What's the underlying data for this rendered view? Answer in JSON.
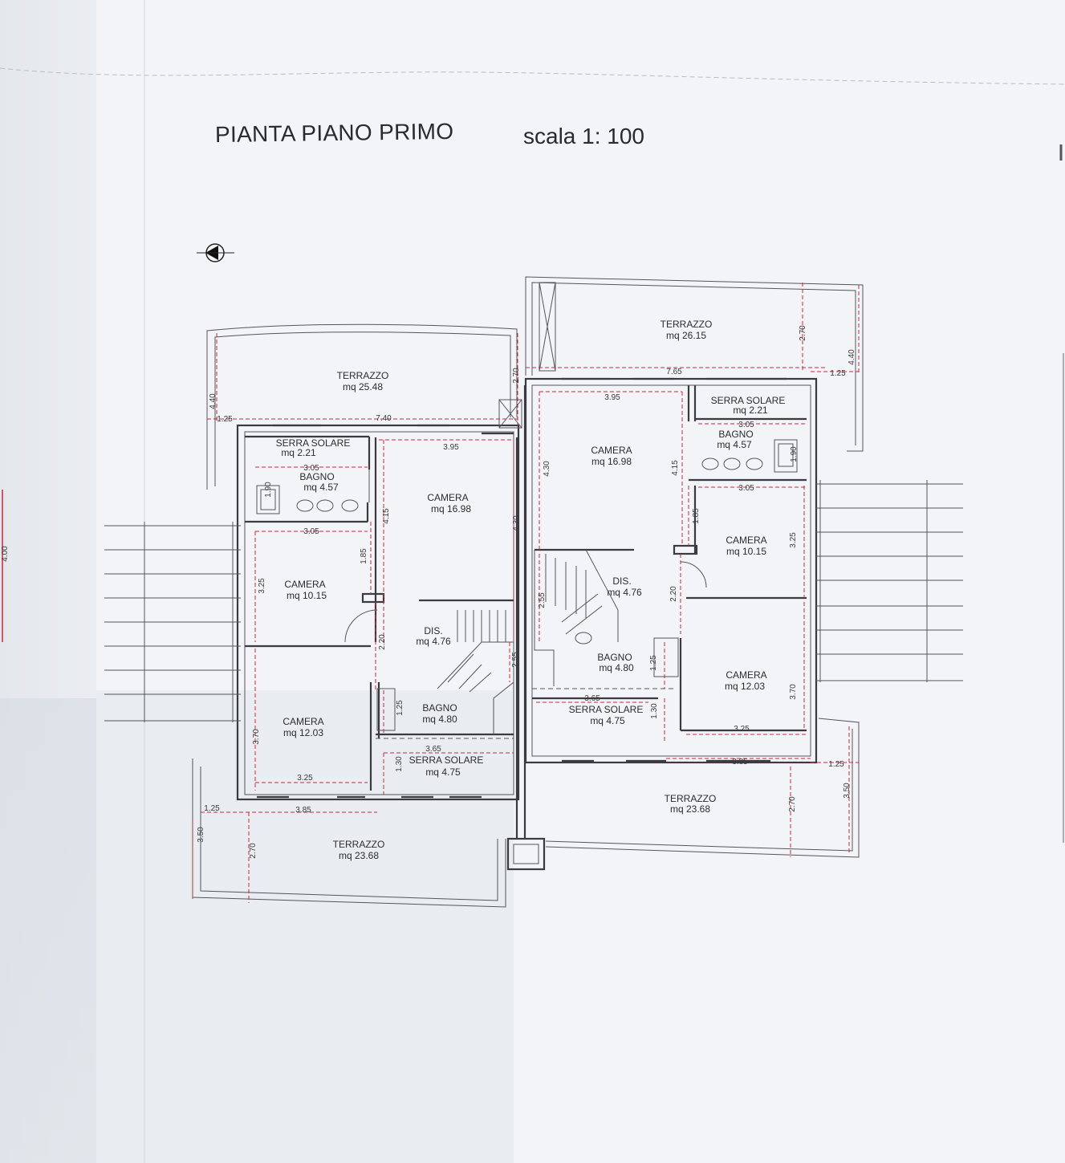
{
  "header": {
    "title": "PIANTA PIANO PRIMO",
    "scale": "scala 1: 100"
  },
  "icons": {
    "north_arrow": "north-arrow-icon"
  },
  "left_unit": {
    "terrazzo_top": {
      "name": "TERRAZZO",
      "area": "mq 25.48"
    },
    "serra_top": {
      "name": "SERRA SOLARE",
      "area": "mq 2.21"
    },
    "bagno_top": {
      "name": "BAGNO",
      "area": "mq 4.57"
    },
    "camera_large": {
      "name": "CAMERA",
      "area": "mq 16.98"
    },
    "camera_mid": {
      "name": "CAMERA",
      "area": "mq 10.15"
    },
    "dis": {
      "name": "DIS.",
      "area": "mq 4.76"
    },
    "bagno_mid": {
      "name": "BAGNO",
      "area": "mq 4.80"
    },
    "camera_low": {
      "name": "CAMERA",
      "area": "mq 12.03"
    },
    "serra_low": {
      "name": "SERRA SOLARE",
      "area": "mq 4.75"
    },
    "terrazzo_low": {
      "name": "TERRAZZO",
      "area": "mq 23.68"
    }
  },
  "right_unit": {
    "terrazzo_top": {
      "name": "TERRAZZO",
      "area": "mq 26.15"
    },
    "serra_top": {
      "name": "SERRA SOLARE",
      "area": "mq 2.21"
    },
    "bagno_top": {
      "name": "BAGNO",
      "area": "mq 4.57"
    },
    "camera_large": {
      "name": "CAMERA",
      "area": "mq 16.98"
    },
    "camera_mid": {
      "name": "CAMERA",
      "area": "mq 10.15"
    },
    "dis": {
      "name": "DIS.",
      "area": "mq 4.76"
    },
    "bagno_mid": {
      "name": "BAGNO",
      "area": "mq 4.80"
    },
    "camera_low": {
      "name": "CAMERA",
      "area": "mq 12.03"
    },
    "serra_low": {
      "name": "SERRA SOLARE",
      "area": "mq 4.75"
    },
    "terrazzo_low": {
      "name": "TERRAZZO",
      "area": "mq 23.68"
    }
  },
  "dimensions": {
    "d_4_40": "4.40",
    "d_1_25": "1.25",
    "d_7_40": "7.40",
    "d_7_65": "7.65",
    "d_2_70": "2.70",
    "d_3_95": "3.95",
    "d_3_05": "3.05",
    "d_4_15": "4.15",
    "d_4_30": "4.30",
    "d_1_85": "1.85",
    "d_3_25": "3.25",
    "d_2_20": "2.20",
    "d_2_55": "2.55",
    "d_1_25b": "1.25",
    "d_3_70": "3.70",
    "d_3_65": "3.65",
    "d_1_30": "1.30",
    "d_3_85": "3.85",
    "d_3_50": "3.50",
    "d_1_90": "1.90",
    "d_4_00": "4.00"
  }
}
